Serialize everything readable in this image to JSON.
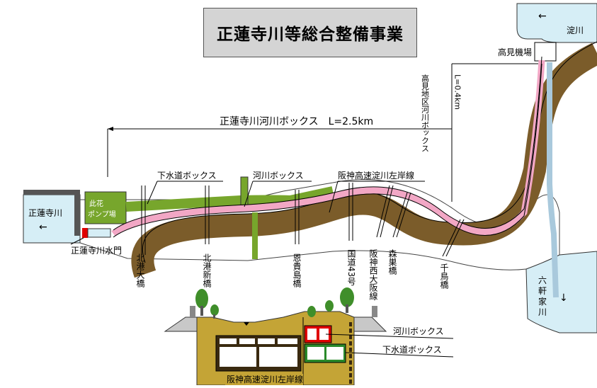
{
  "title": "正蓮寺川等総合整備事業",
  "rivers": {
    "yodo": "淀川",
    "shorenji": "正蓮寺川",
    "rokken": "六軒家川"
  },
  "facilities": {
    "takami_pump": "高見機場",
    "kono_pump": "此花ポンプ場",
    "sluice": "正蓮寺川水門"
  },
  "dimensions": {
    "main_box": "正蓮寺川河川ボックス　L=2.5km",
    "takami_box": "高見地区河川ボックス",
    "takami_len": "L=0.4km"
  },
  "labels": {
    "sewer_box": "下水道ボックス",
    "river_box": "河川ボックス",
    "expressway": "阪神高速淀川左岸線"
  },
  "bridges": [
    "北港大橋",
    "北港新橋",
    "恩貴島橋",
    "国道43号",
    "阪神西大阪線",
    "森巣橋",
    "千鳥橋"
  ],
  "section": {
    "river_box": "河川ボックス",
    "sewer_box": "下水道ボックス",
    "expressway": "阪神高速淀川左岸線"
  },
  "flow_arrows": [
    "←",
    "←",
    "↓"
  ],
  "colors": {
    "water": "#d6eef6",
    "road": "#7b5c2a",
    "sewer": "#77a62c",
    "river_box": "#f2a7c5",
    "pipe": "#a9c9dc",
    "title_bg": "#d4d4d4",
    "section_soil": "#c4a436",
    "tree": "#3f8e2a"
  }
}
